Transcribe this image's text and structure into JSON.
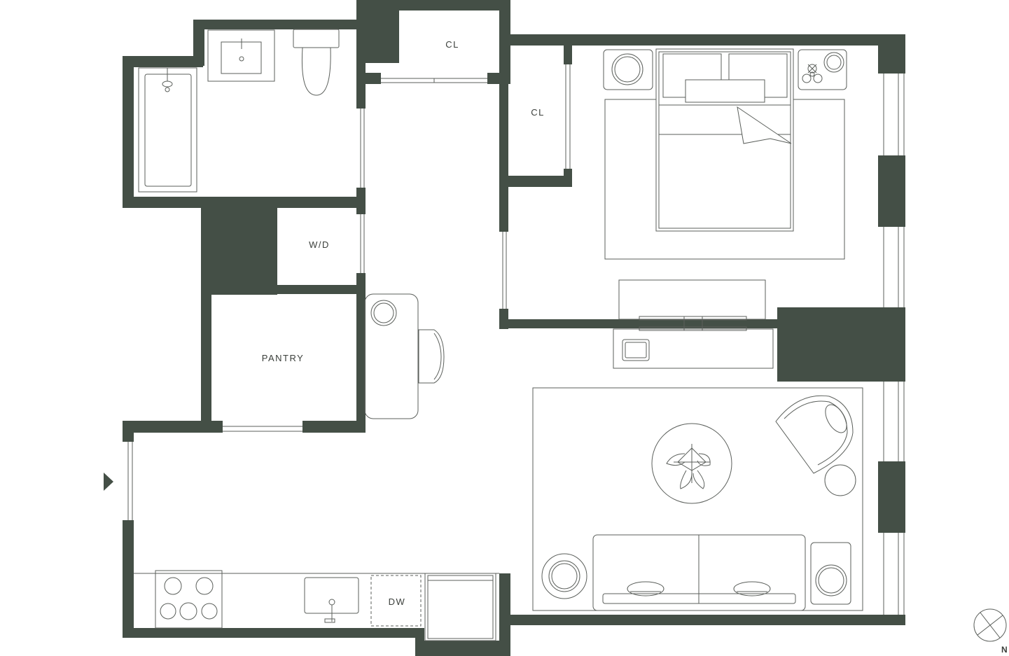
{
  "colors": {
    "wall": "#444f46",
    "line": "#5b5f5b",
    "background": "#ffffff"
  },
  "labels": {
    "closet_top": "CL",
    "closet_bedroom": "CL",
    "washer_dryer": "W/D",
    "pantry": "PANTRY",
    "dishwasher": "DW",
    "north": "N"
  },
  "icons": {
    "entry": "entry-arrow-icon",
    "compass": "north-compass-icon",
    "plant": "plant-icon"
  }
}
